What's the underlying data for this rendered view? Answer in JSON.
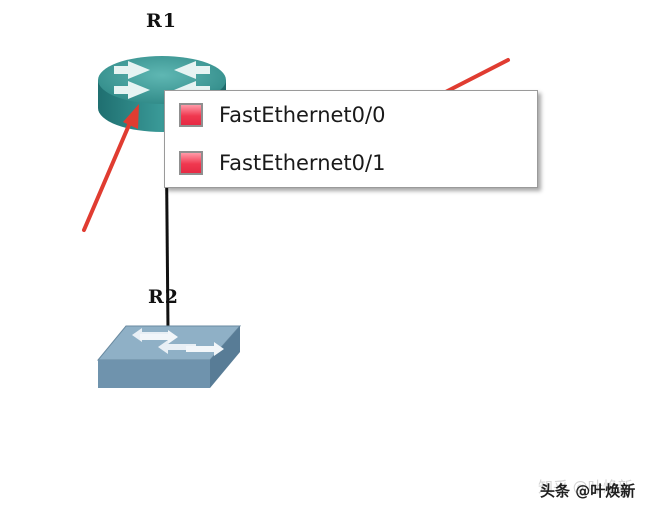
{
  "devices": {
    "r1": {
      "label": "R1"
    },
    "r2": {
      "label": "R2"
    }
  },
  "interface_menu": {
    "items": [
      {
        "label": "FastEthernet0/0",
        "status_color": "#e52a44"
      },
      {
        "label": "FastEthernet0/1",
        "status_color": "#e52a44"
      }
    ]
  },
  "watermark": {
    "ghost": "知乎 @叶焕新",
    "text": "头条 @叶焕新"
  },
  "colors": {
    "router": "#2e8b8a",
    "switch": "#6f93ad",
    "annotation_arrow": "#e03c31"
  }
}
